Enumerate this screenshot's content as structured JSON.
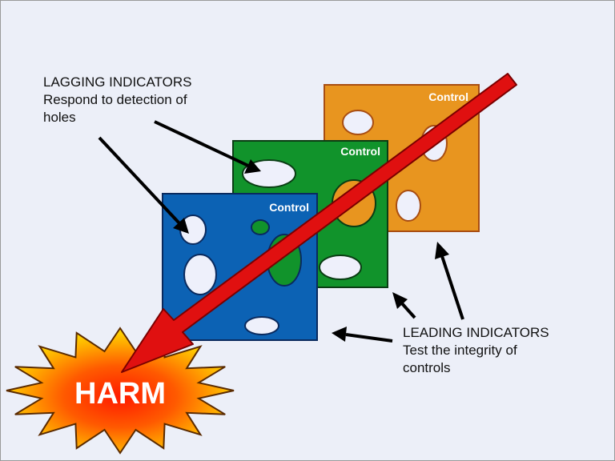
{
  "diagram": {
    "lagging": {
      "heading": "LAGGING INDICATORS",
      "line1": "Respond to detection of",
      "line2": "holes"
    },
    "leading": {
      "heading": "LEADING INDICATORS",
      "line1": "Test the integrity of",
      "line2": "controls"
    },
    "controls": [
      {
        "label": "Control",
        "color": "#e8951f"
      },
      {
        "label": "Control",
        "color": "#11932b"
      },
      {
        "label": "Control",
        "color": "#0c62b4"
      }
    ],
    "harm": {
      "label": "HARM"
    },
    "colors": {
      "background": "#eceff8",
      "arrow": "#e01010",
      "hole": "#eef0fb",
      "harm_text": "#ffffff"
    }
  }
}
